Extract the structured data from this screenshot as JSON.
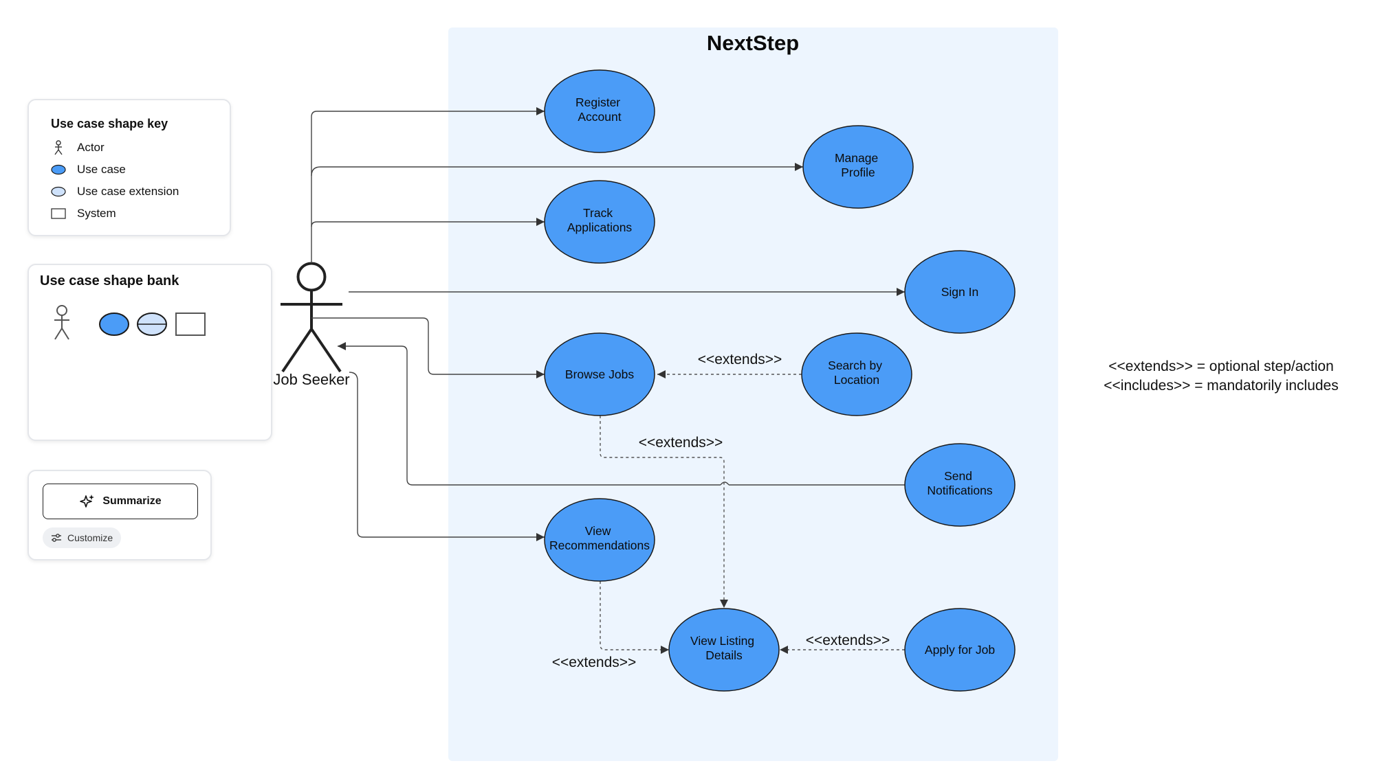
{
  "key_panel": {
    "title": "Use case shape key",
    "items": [
      {
        "icon": "actor-icon",
        "label": "Actor"
      },
      {
        "icon": "use-case-icon",
        "label": "Use case"
      },
      {
        "icon": "use-case-extension-icon",
        "label": "Use case extension"
      },
      {
        "icon": "system-icon",
        "label": "System"
      }
    ]
  },
  "bank_panel": {
    "title": "Use case shape bank"
  },
  "ai_panel": {
    "summarize_label": "Summarize",
    "customize_label": "Customize"
  },
  "diagram": {
    "system_title": "NextStep",
    "actor": "Job Seeker",
    "use_cases": {
      "register_account": [
        "Register",
        "Account"
      ],
      "manage_profile": [
        "Manage",
        "Profile"
      ],
      "track_applications": [
        "Track",
        "Applications"
      ],
      "sign_in": [
        "Sign In"
      ],
      "browse_jobs": [
        "Browse Jobs"
      ],
      "search_by_location": [
        "Search by",
        "Location"
      ],
      "send_notifications": [
        "Send",
        "Notifications"
      ],
      "view_recommendations": [
        "View",
        "Recommendations"
      ],
      "view_listing_details": [
        "View Listing",
        "Details"
      ],
      "apply_for_job": [
        "Apply for Job"
      ]
    },
    "relations": {
      "search_extends_browse": "<<extends>>",
      "browse_extends_listing": "<<extends>>",
      "recommendations_extends_listing": "<<extends>>",
      "apply_extends_listing": "<<extends>>"
    }
  },
  "legend": {
    "line1": "<<extends>> = optional step/action",
    "line2": "<<includes>> = mandatorily includes"
  },
  "colors": {
    "use_case_fill": "#4b9cf7",
    "extension_fill": "#cfe2fb",
    "system_fill": "#edf5fe",
    "outline": "#1a1a1a"
  }
}
